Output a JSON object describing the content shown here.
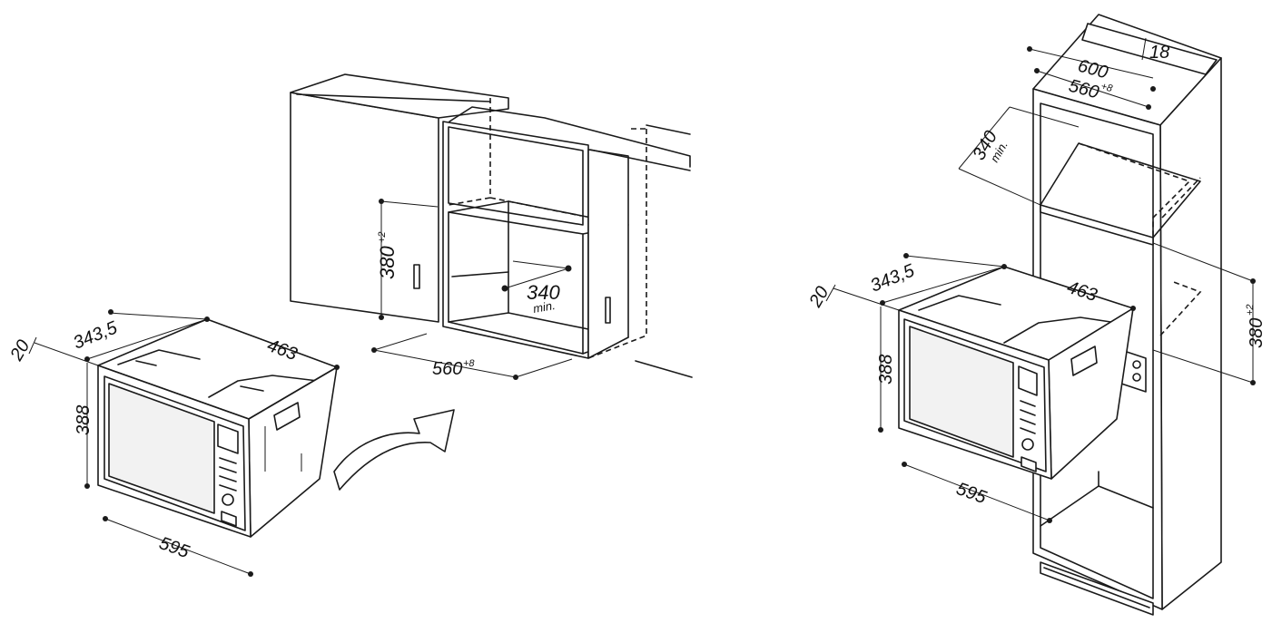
{
  "left_oven": {
    "dim_depth": "463",
    "dim_side": "343,5",
    "dim_front": "20",
    "dim_height": "388",
    "dim_width": "595"
  },
  "middle_cabinet": {
    "dim_height": "380",
    "dim_height_sup": "+2",
    "dim_depth": "340",
    "dim_depth_note": "min.",
    "dim_width": "560",
    "dim_width_sup": "+8"
  },
  "right_tower": {
    "dim_outer": "600",
    "dim_inner": "560",
    "dim_inner_sup": "+8",
    "dim_thickness": "18",
    "dim_depth": "340",
    "dim_depth_note": "min.",
    "dim_height": "380",
    "dim_height_sup": "+2",
    "oven_depth": "463",
    "oven_side": "343,5",
    "oven_front": "20",
    "oven_height": "388",
    "oven_width": "595"
  },
  "icons": [
    "curved-arrow-icon"
  ],
  "colors": {
    "line": "#1a1a1a",
    "background": "#ffffff"
  }
}
